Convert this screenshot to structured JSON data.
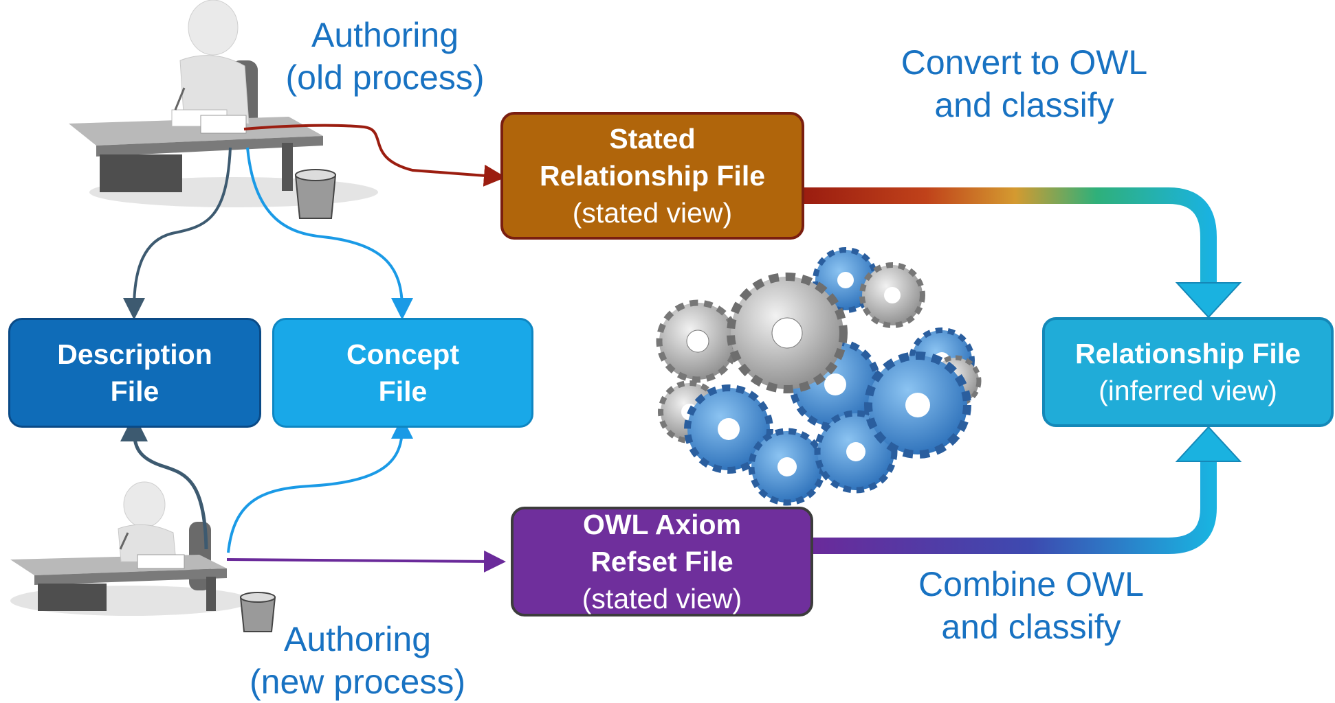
{
  "captions": {
    "authoring_old": [
      "Authoring",
      "(old process)"
    ],
    "authoring_new": [
      "Authoring",
      "(new process)"
    ],
    "convert": [
      "Convert to OWL",
      "and classify"
    ],
    "combine": [
      "Combine OWL",
      "and classify"
    ]
  },
  "boxes": {
    "stated_relationship": {
      "title": [
        "Stated",
        "Relationship File"
      ],
      "subtitle": "(stated view)",
      "color": "#b0650b"
    },
    "description": {
      "title": [
        "Description",
        "File"
      ],
      "color": "#0f6cb8"
    },
    "concept": {
      "title": [
        "Concept",
        "File"
      ],
      "color": "#19a8e8"
    },
    "relationship": {
      "title": "Relationship File",
      "subtitle": "(inferred view)",
      "color": "#20acd8"
    },
    "owl_axiom": {
      "title": [
        "OWL Axiom",
        "Refset File"
      ],
      "subtitle": "(stated view)",
      "color": "#6f2f9c"
    }
  },
  "colors": {
    "caption_text": "#1872c2",
    "arrow_dark": "#3d5a70",
    "arrow_blue": "#1a9ae6",
    "arrow_red": "#9b1d10",
    "arrow_purple": "#6a2a9a",
    "arrow_cyan": "#1ab2e0"
  },
  "icons": [
    "person-at-desk-icon",
    "trash-bin-icon",
    "gears-icon"
  ]
}
